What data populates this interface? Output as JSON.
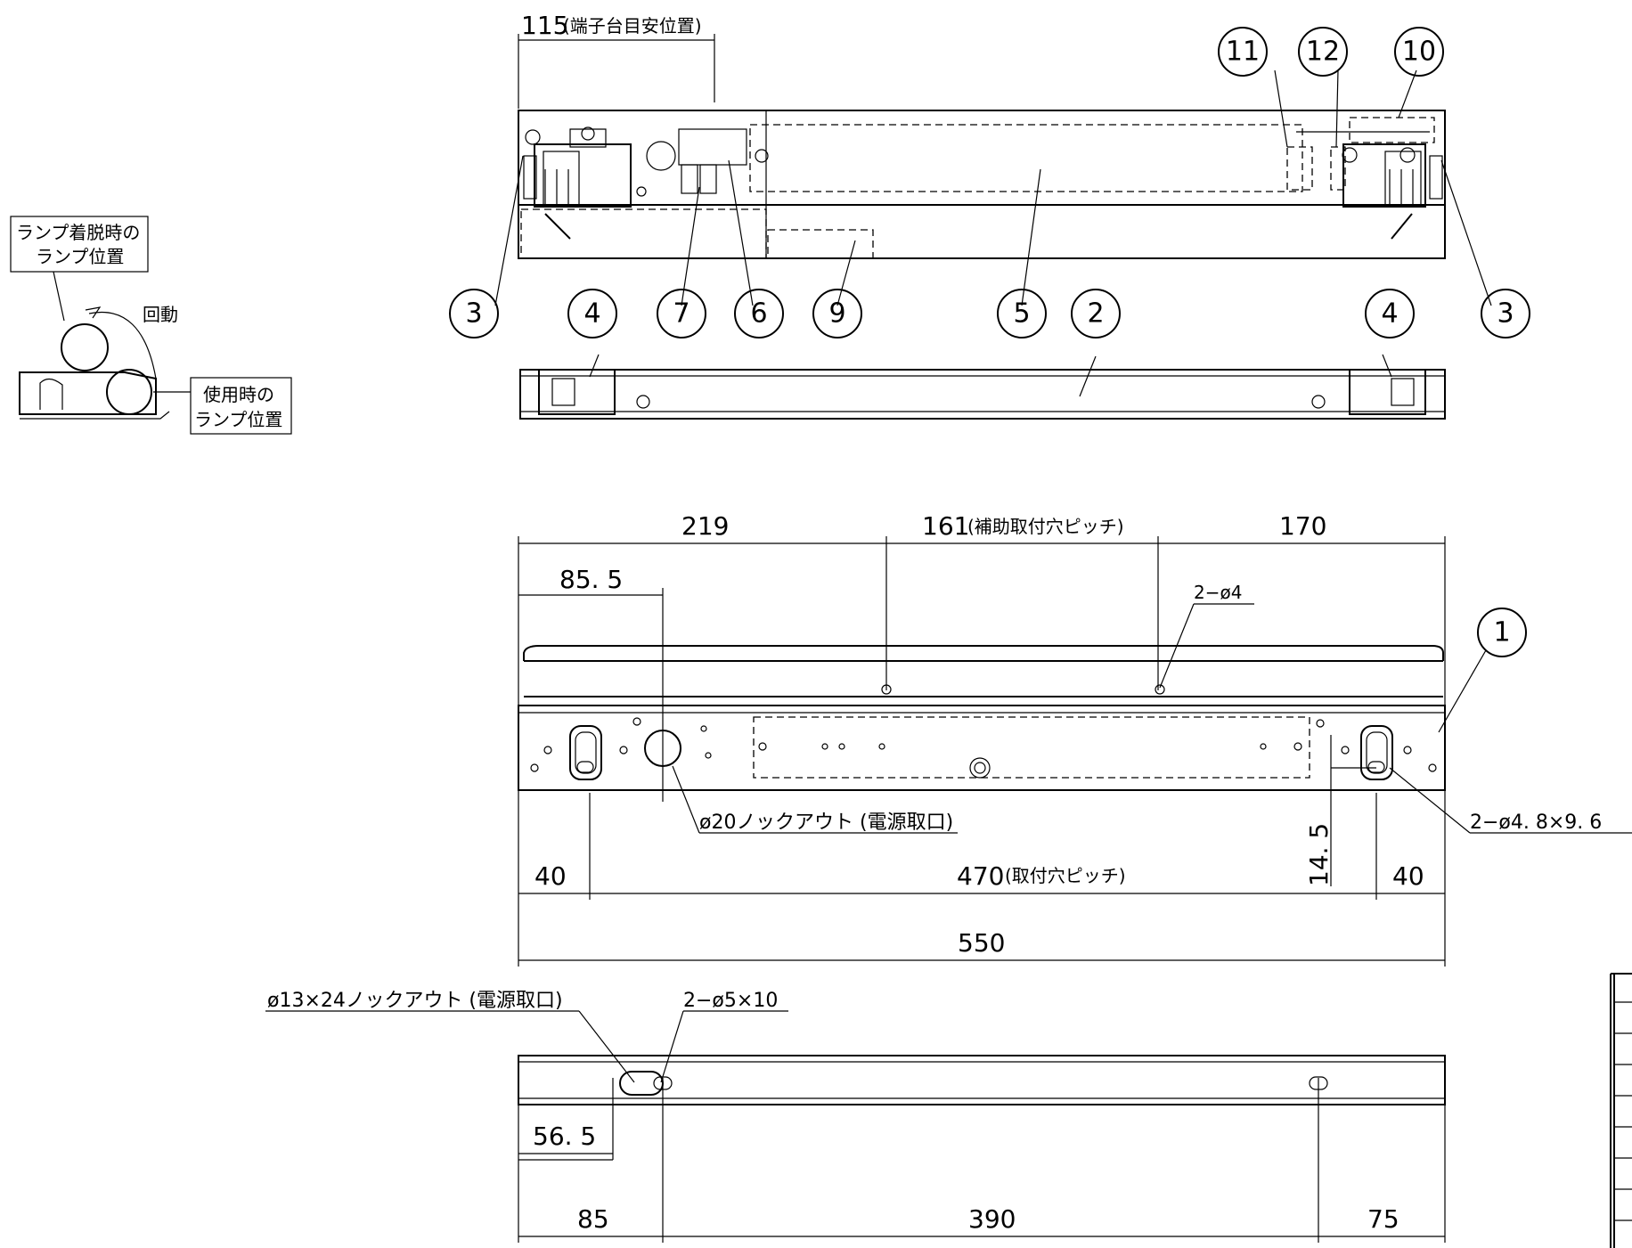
{
  "dimensions": {
    "d115": "115",
    "d115_note": "(端子台目安位置)",
    "d219": "219",
    "d161": "161",
    "d161_note": "(補助取付穴ピッチ)",
    "d170": "170",
    "d85_5": "85. 5",
    "d2phi4": "2−ø4",
    "d14_5": "14. 5",
    "d40_left": "40",
    "d470": "470",
    "d470_note": "(取付穴ピッチ)",
    "d40_right": "40",
    "d550": "550",
    "d56_5": "56. 5",
    "d85": "85",
    "d390": "390",
    "d75": "75"
  },
  "notes": {
    "knockout_20": "ø20ノックアウト (電源取口)",
    "slot_48": "2−ø4. 8×9. 6",
    "knockout_13": "ø13×24ノックアウト (電源取口)",
    "slot_5": "2−ø5×10",
    "lamp_remove_l1": "ランプ着脱時の",
    "lamp_remove_l2": "ランプ位置",
    "rotate": "回動",
    "lamp_use_l1": "使用時の",
    "lamp_use_l2": "ランプ位置"
  },
  "callouts": {
    "c3_left": "3",
    "c4_left": "4",
    "c7": "7",
    "c6": "6",
    "c9": "9",
    "c5": "5",
    "c2": "2",
    "c4_right": "4",
    "c3_right": "3",
    "c11": "11",
    "c12": "12",
    "c10": "10",
    "c1": "1"
  }
}
